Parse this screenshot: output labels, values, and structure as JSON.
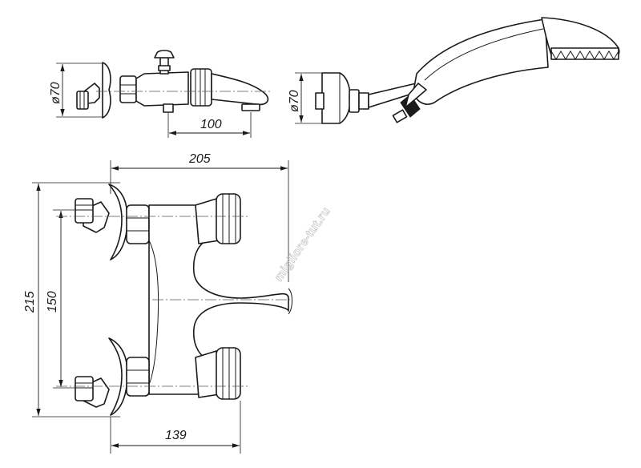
{
  "dimensions": {
    "side_view_diameter": "ø70",
    "spout_length": "100",
    "flange_diameter": "ø70",
    "overall_width": "205",
    "overall_height": "215",
    "inlet_spacing": "150",
    "outlet_projection": "139"
  },
  "watermark": "migliore-tut.ru",
  "colors": {
    "line": "#1a1a1a",
    "background": "#ffffff",
    "watermark": "#c8c8c8"
  }
}
